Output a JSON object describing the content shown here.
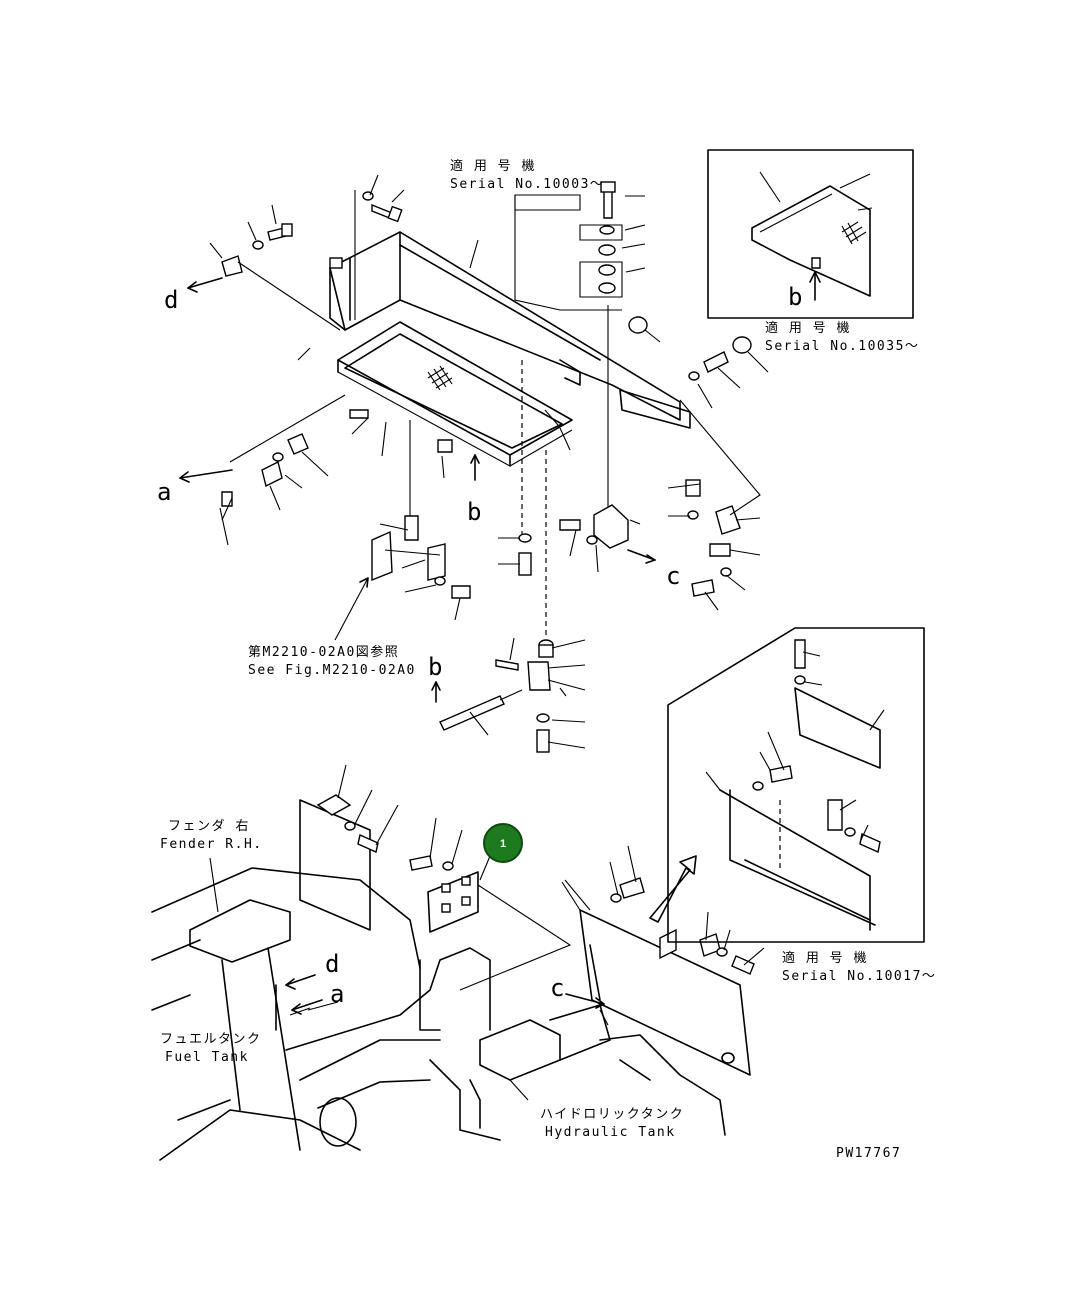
{
  "labels": {
    "serial_top_jp": "適 用 号 機",
    "serial_top_en": "Serial No.10003～",
    "serial_inset1_jp": "適 用 号 機",
    "serial_inset1_en": "Serial No.10035～",
    "serial_inset2_jp": "適 用 号 機",
    "serial_inset2_en": "Serial No.10017～",
    "see_fig_jp": "第M2210-02A0図参照",
    "see_fig_en": "See Fig.M2210-02A0",
    "fender_jp": "フェンダ 右",
    "fender_en": "Fender R.H.",
    "fuel_jp": "フュエルタンク",
    "fuel_en": "Fuel Tank",
    "hyd_jp": "ハイドロリックタンク",
    "hyd_en": "Hydraulic Tank",
    "drawing_no": "PW17767"
  },
  "view_markers": {
    "a": "a",
    "b": "b",
    "c": "c",
    "d": "d"
  },
  "callout": {
    "number": "1",
    "color": "#1e7a1e"
  }
}
